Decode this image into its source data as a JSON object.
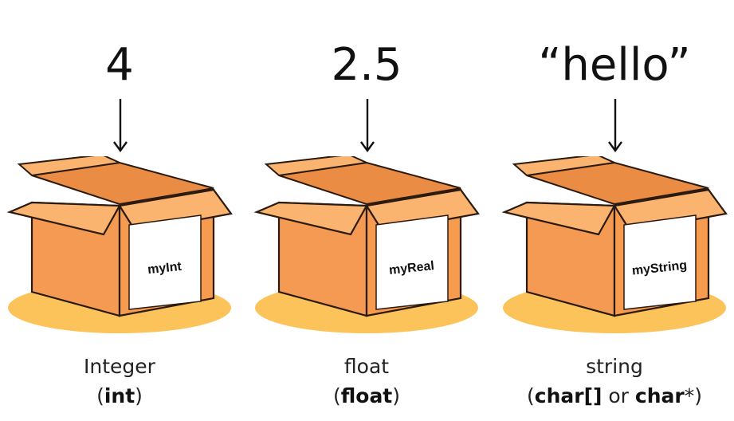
{
  "boxes": [
    {
      "value": "4",
      "sticker": "myInt",
      "type": "Integer",
      "decl_open": "(",
      "decl_a": "int",
      "decl_mid": "",
      "decl_b": "",
      "decl_close": ")"
    },
    {
      "value": "2.5",
      "sticker": "myReal",
      "type": "float",
      "decl_open": "(",
      "decl_a": "float",
      "decl_mid": "",
      "decl_b": "",
      "decl_close": ")"
    },
    {
      "value": "“hello”",
      "sticker": "myString",
      "type": "string",
      "decl_open": "(",
      "decl_a": "char[]",
      "decl_mid": " or ",
      "decl_b": "char",
      "decl_close": "*)"
    }
  ],
  "colors": {
    "box_fill": "#F79B4F",
    "box_dark": "#E7843A",
    "box_light": "#FBB46F",
    "box_inside": "#EA8C43",
    "outline": "#2A1A10",
    "shadow": "#FBC35A",
    "sticker": "#FFFFFF",
    "text": "#111111"
  }
}
